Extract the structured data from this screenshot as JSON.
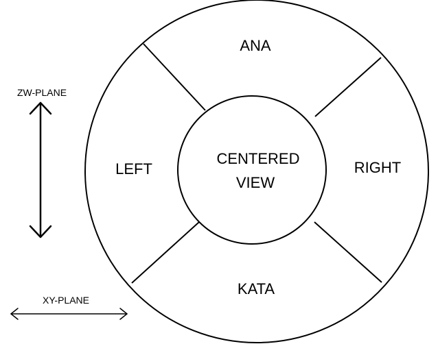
{
  "diagram": {
    "regions": {
      "top": "ANA",
      "left": "LEFT",
      "right": "RIGHT",
      "bottom": "KATA",
      "center_line1": "CENTERED",
      "center_line2": "VIEW"
    },
    "axes": {
      "vertical": "ZW-PLANE",
      "horizontal": "XY-PLANE"
    },
    "colors": {
      "stroke": "#000000",
      "background": "#ffffff"
    }
  }
}
